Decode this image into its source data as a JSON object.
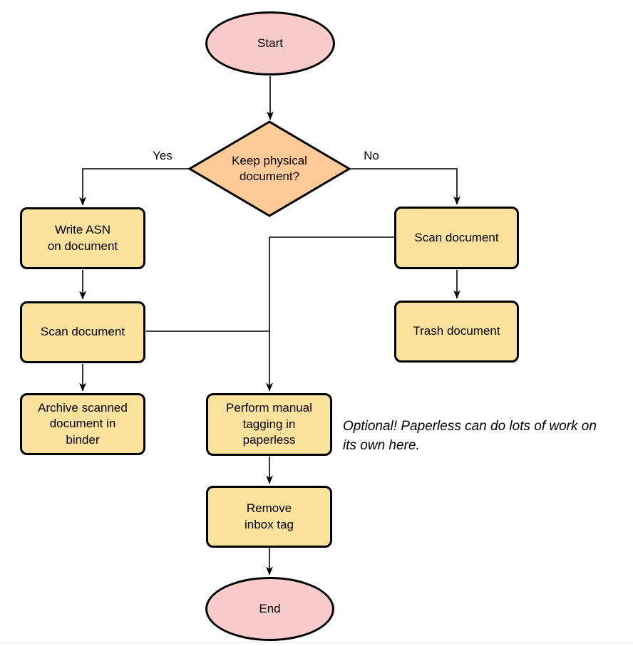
{
  "colors": {
    "terminal_fill": "#f7cbca",
    "decision_fill": "#fecb98",
    "process_fill": "#fbe29c",
    "stroke": "#000000",
    "line": "#000000"
  },
  "nodes": {
    "start": {
      "label": "Start",
      "type": "terminal"
    },
    "decision": {
      "label": "Keep physical\ndocument?",
      "type": "decision"
    },
    "write_asn": {
      "label": "Write ASN\non document",
      "type": "process"
    },
    "scan_left": {
      "label": "Scan document",
      "type": "process"
    },
    "archive": {
      "label": "Archive scanned\ndocument in\nbinder",
      "type": "process"
    },
    "scan_right": {
      "label": "Scan document",
      "type": "process"
    },
    "trash": {
      "label": "Trash document",
      "type": "process"
    },
    "tagging": {
      "label": "Perform manual\ntagging in\npaperless",
      "type": "process"
    },
    "remove_inbox": {
      "label": "Remove\ninbox tag",
      "type": "process"
    },
    "end": {
      "label": "End",
      "type": "terminal"
    }
  },
  "edge_labels": {
    "yes": "Yes",
    "no": "No"
  },
  "annotation": {
    "text": "Optional! Paperless can do lots of work on\nits own here."
  }
}
